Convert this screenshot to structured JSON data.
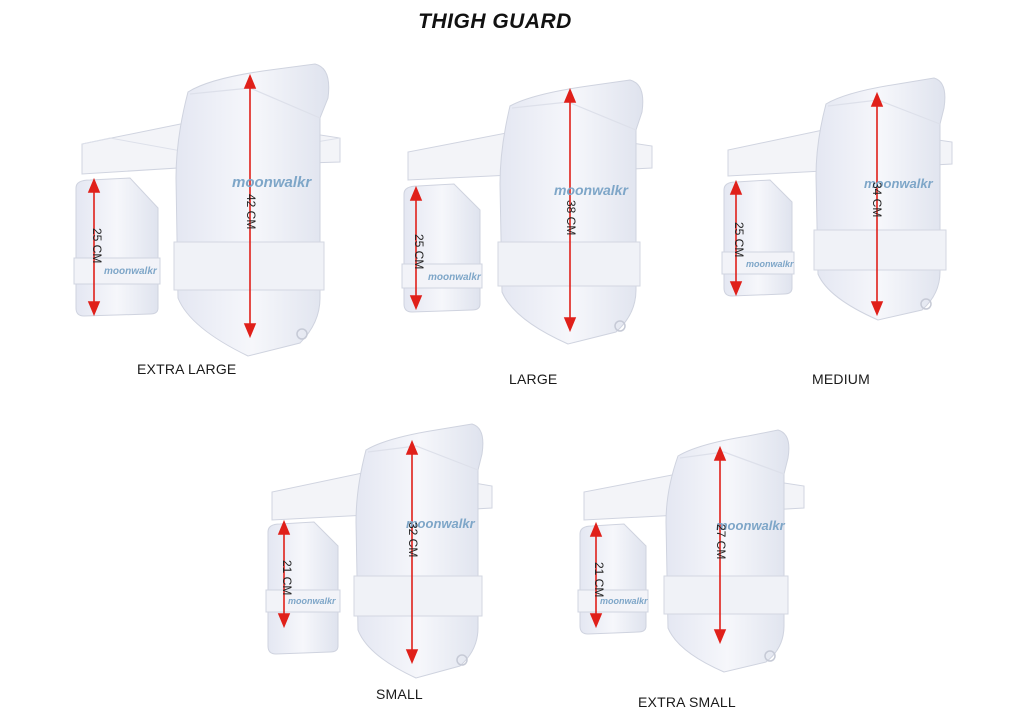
{
  "title": "THIGH GUARD",
  "brand": "moonwalkr",
  "colors": {
    "arrow": "#e0201a",
    "pad": "#eef0f7",
    "pad_shadow": "#d5d9e6",
    "brand": "#7ea6c8"
  },
  "guards": [
    {
      "size": "EXTRA LARGE",
      "main_length": "42 CM",
      "inner_length": "25 CM"
    },
    {
      "size": "LARGE",
      "main_length": "38 CM",
      "inner_length": "25 CM"
    },
    {
      "size": "MEDIUM",
      "main_length": "34 CM",
      "inner_length": "25 CM"
    },
    {
      "size": "SMALL",
      "main_length": "32 CM",
      "inner_length": "21 CM"
    },
    {
      "size": "EXTRA SMALL",
      "main_length": "27 CM",
      "inner_length": "21 CM"
    }
  ]
}
